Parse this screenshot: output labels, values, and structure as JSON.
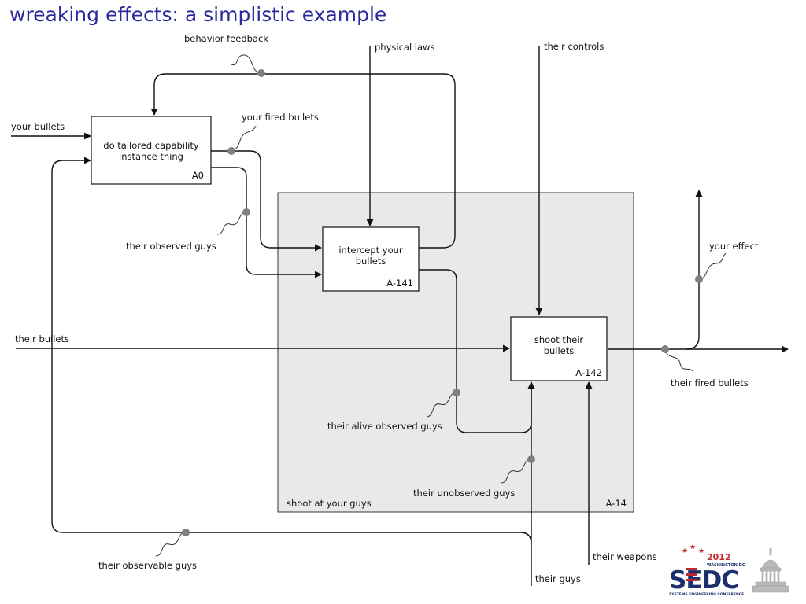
{
  "slide": {
    "title": "wreaking effects: a simplistic example"
  },
  "boxes": {
    "a0": {
      "label_line1": "do tailored capability",
      "label_line2": "instance thing",
      "code": "A0"
    },
    "a141": {
      "label_line1": "intercept your",
      "label_line2": "bullets",
      "code": "A-141"
    },
    "a142": {
      "label_line1": "shoot their",
      "label_line2": "bullets",
      "code": "A-142"
    },
    "a14": {
      "label": "shoot at your guys",
      "code": "A-14"
    }
  },
  "arrows": {
    "behavior_feedback": "behavior feedback",
    "physical_laws": "physical laws",
    "their_controls": "their controls",
    "your_bullets": "your bullets",
    "your_fired_bullets": "your fired bullets",
    "their_observed_guys": "their observed guys",
    "their_bullets": "their bullets",
    "your_effect": "your effect",
    "their_fired_bullets": "their fired bullets",
    "their_alive_observed_guys": "their alive observed guys",
    "their_unobserved_guys": "their unobserved guys",
    "their_observable_guys": "their observable guys",
    "their_weapons": "their weapons",
    "their_guys": "their guys"
  },
  "logo": {
    "year": "2012",
    "city": "WASHINGTON DC",
    "letters": "SEDC",
    "tagline": "SYSTEMS ENGINEERING CONFERENCE"
  },
  "colors": {
    "title": "#2a2a9c",
    "container_fill": "#e9e9e9",
    "dot": "#808080",
    "logo_red": "#c0272d",
    "logo_navy": "#1b2f6b"
  }
}
